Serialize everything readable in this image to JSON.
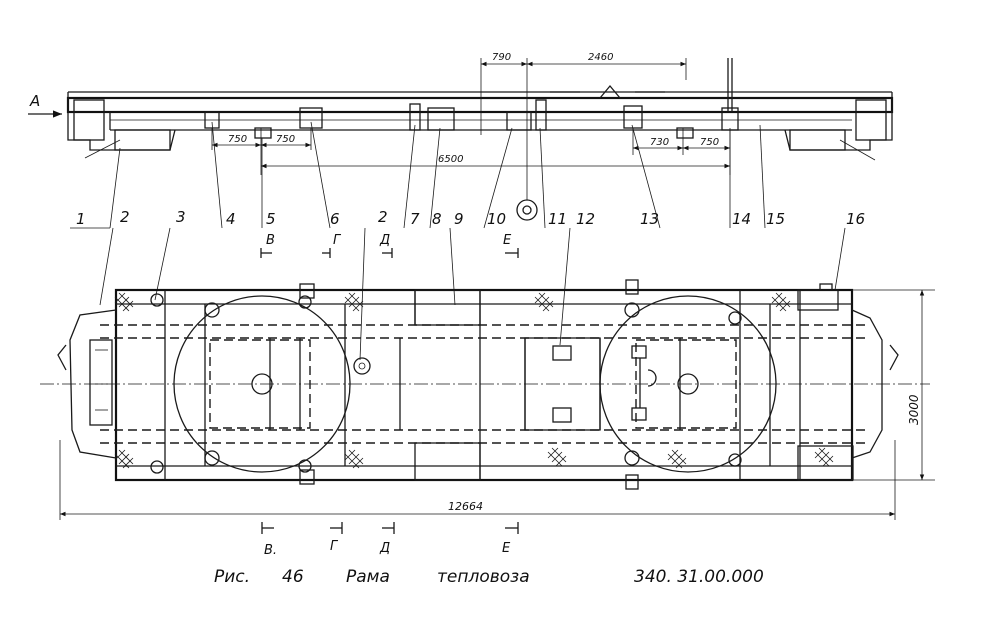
{
  "view_label": "А",
  "dimensions": {
    "d790": "790",
    "d2460": "2460",
    "d750a": "750",
    "d750b": "750",
    "d6500": "6500",
    "d730": "730",
    "d750c": "750",
    "d3000": "3000",
    "d12664": "12664"
  },
  "callouts": [
    "1",
    "2",
    "3",
    "4",
    "5",
    "6",
    "2",
    "7",
    "8",
    "9",
    "10",
    "11",
    "12",
    "13",
    "14",
    "15",
    "16"
  ],
  "section_marks_top": [
    "В",
    "Г",
    "Д",
    "Е"
  ],
  "section_marks_bottom": [
    "В.",
    "Г",
    "Д",
    "Е"
  ],
  "caption": {
    "figure": "Рис.",
    "number": "46",
    "title": "Рама",
    "subtitle": "тепловоза",
    "code": "340. 31.00.000"
  }
}
